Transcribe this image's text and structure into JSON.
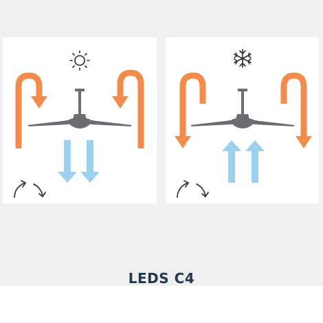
{
  "caption": "LEDS C4",
  "modes": [
    {
      "name": "summer",
      "icon": "sun-icon",
      "downflow_color": "#f28c4c",
      "center_flow": "down"
    },
    {
      "name": "winter",
      "icon": "snowflake-icon",
      "downflow_color": "#f28c4c",
      "center_flow": "up"
    }
  ],
  "colors": {
    "orange_arrow": "#f28c4c",
    "blue_arrow": "#9dd0ee",
    "fan": "#6b6d71",
    "icon": "#2b2b2b",
    "rotate_icon": "#3a3a3a",
    "caption": "#23384d",
    "background": "#efefef",
    "panel": "#ffffff"
  }
}
